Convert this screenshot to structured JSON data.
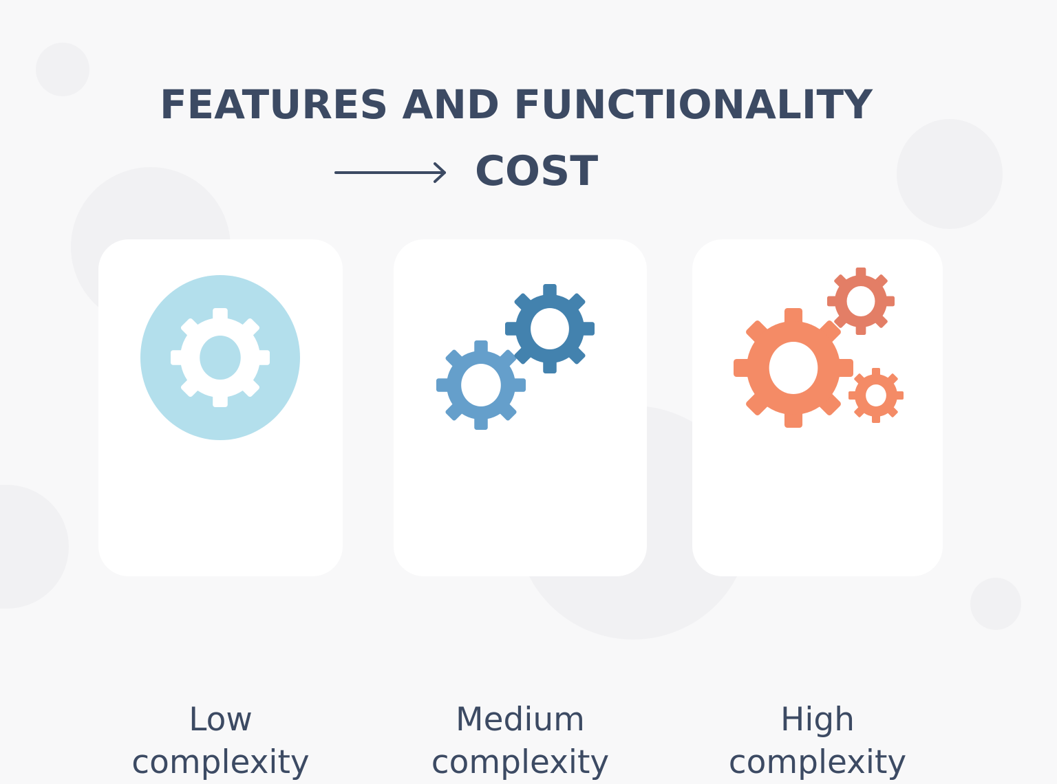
{
  "title": "FEATURES AND FUNCTIONALITY",
  "subtitle": "COST",
  "cards": [
    {
      "line1": "Low",
      "line2": "complexity",
      "icon": "single-gear-icon",
      "colors": {
        "circle": "#B3DFEC",
        "gear": "#FFFFFF"
      }
    },
    {
      "line1": "Medium",
      "line2": "complexity",
      "icon": "two-gears-icon",
      "colors": {
        "gear_a": "#659FCB",
        "gear_b": "#4382AE"
      }
    },
    {
      "line1": "High",
      "line2": "complexity",
      "icon": "three-gears-icon",
      "colors": {
        "gear_a": "#F48B66",
        "gear_b": "#E37E66",
        "gear_c": "#F48B66"
      }
    }
  ],
  "text_color": "#3C4A63"
}
